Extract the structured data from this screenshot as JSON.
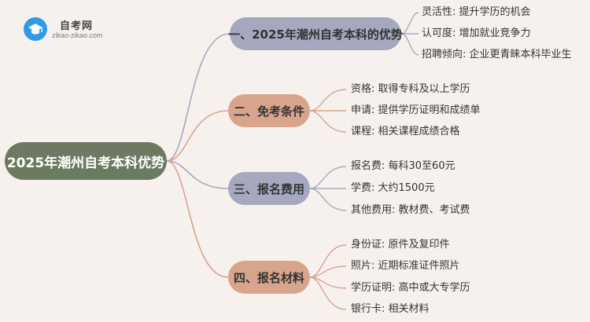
{
  "logo": {
    "name": "自考网",
    "url": "zikao-zikao.com"
  },
  "root": {
    "label": "2025年潮州自考本科优势"
  },
  "branches": [
    {
      "label": "一、2025年潮州自考本科的优势",
      "items": [
        "灵活性: 提升学历的机会",
        "认可度: 增加就业竞争力",
        "招聘倾向: 企业更青睐本科毕业生"
      ]
    },
    {
      "label": "二、免考条件",
      "items": [
        "资格: 取得专科及以上学历",
        "申请: 提供学历证明和成绩单",
        "课程: 相关课程成绩合格"
      ]
    },
    {
      "label": "三、报名费用",
      "items": [
        "报名费: 每科30至60元",
        "学费: 大约1500元",
        "其他费用: 教材费、考试费"
      ]
    },
    {
      "label": "四、报名材料",
      "items": [
        "身份证: 原件及复印件",
        "照片: 近期标准证件照片",
        "学历证明: 高中或大专学历",
        "银行卡: 相关材料"
      ]
    }
  ],
  "colors": {
    "background": "#f7f1ee",
    "root": "#6d7a62",
    "branch_lavender": "#a6a8bf",
    "branch_salmon": "#d8a48c",
    "line_lavender": "#a6a8bf",
    "line_salmon": "#d8a48c"
  },
  "icons": {
    "logo": "graduation-cap-icon"
  }
}
